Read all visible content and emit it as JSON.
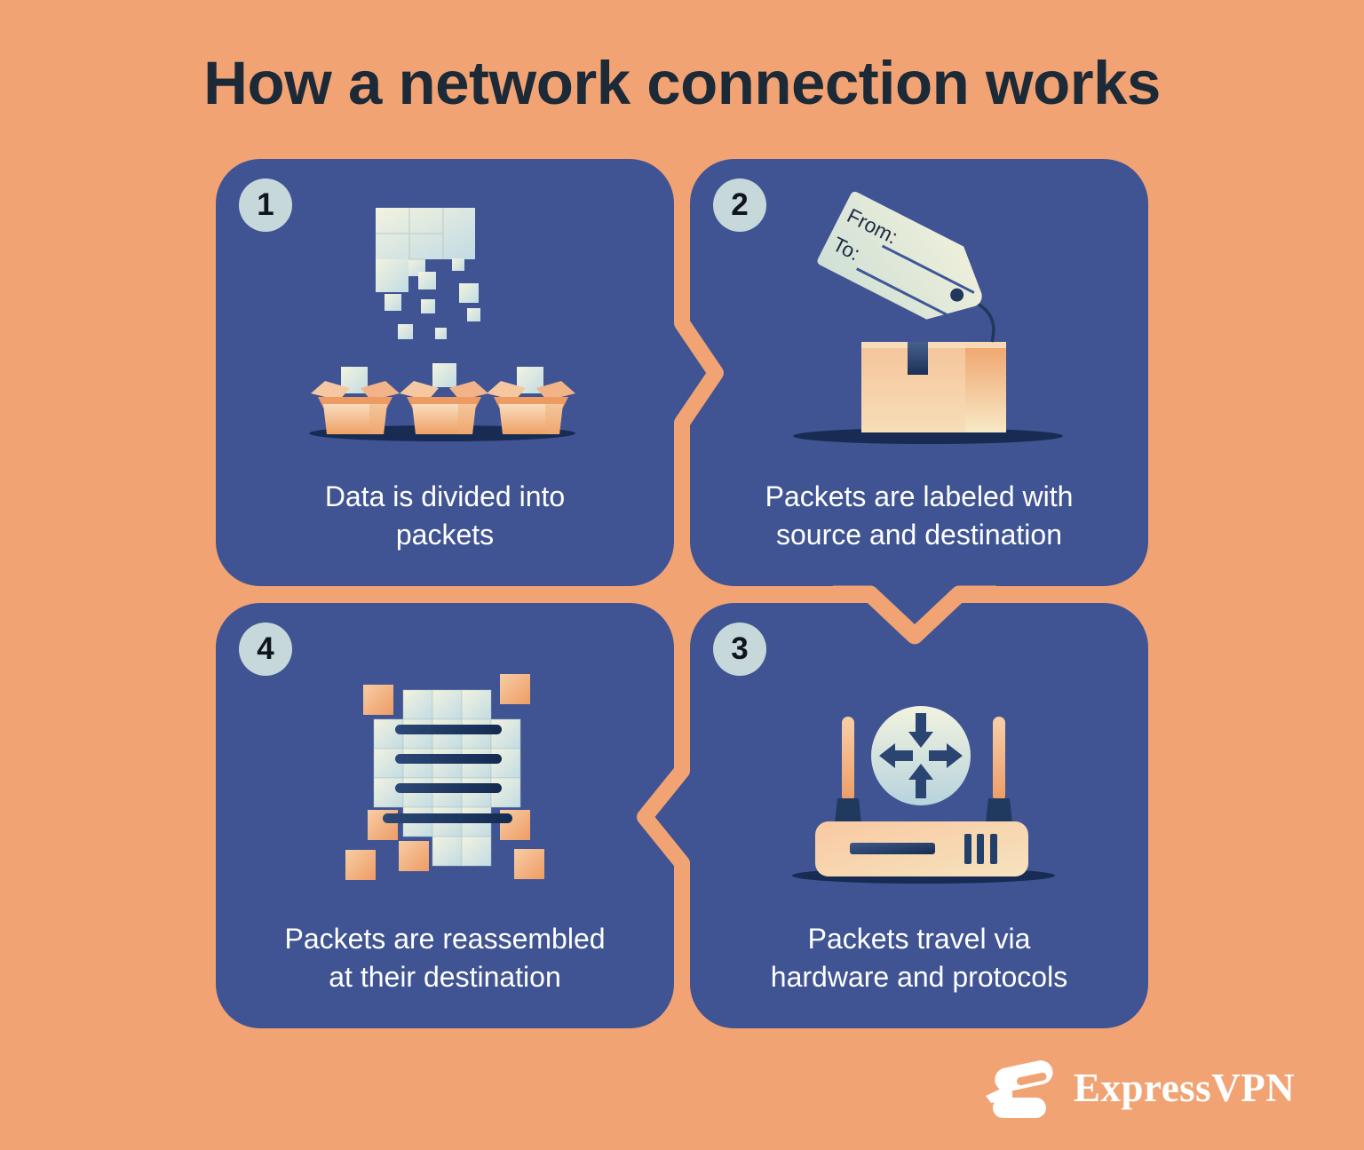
{
  "title": "How a network connection works",
  "steps": [
    {
      "number": "1",
      "caption_lines": [
        "Data is divided into",
        "packets"
      ],
      "illustration": "packets-falling-into-boxes"
    },
    {
      "number": "2",
      "caption_lines": [
        "Packets are labeled with",
        "source and destination"
      ],
      "illustration": "box-with-address-tag",
      "tag": {
        "from_label": "From:",
        "to_label": "To:"
      }
    },
    {
      "number": "3",
      "caption_lines": [
        "Packets travel via",
        "hardware and protocols"
      ],
      "illustration": "router-with-routing-symbol"
    },
    {
      "number": "4",
      "caption_lines": [
        "Packets are reassembled",
        "at their destination"
      ],
      "illustration": "packets-reassembled-grid"
    }
  ],
  "footer": {
    "brand": "ExpressVPN"
  },
  "colors": {
    "background": "#F1A374",
    "panel_blue": "#405493",
    "badge_gray": "#C6D8D9",
    "title_navy": "#1C2937",
    "caption_white": "#FFFFFF",
    "detail_navy": "#20395F",
    "peach": "#EE9C64",
    "mint": "#D9E6DD"
  }
}
